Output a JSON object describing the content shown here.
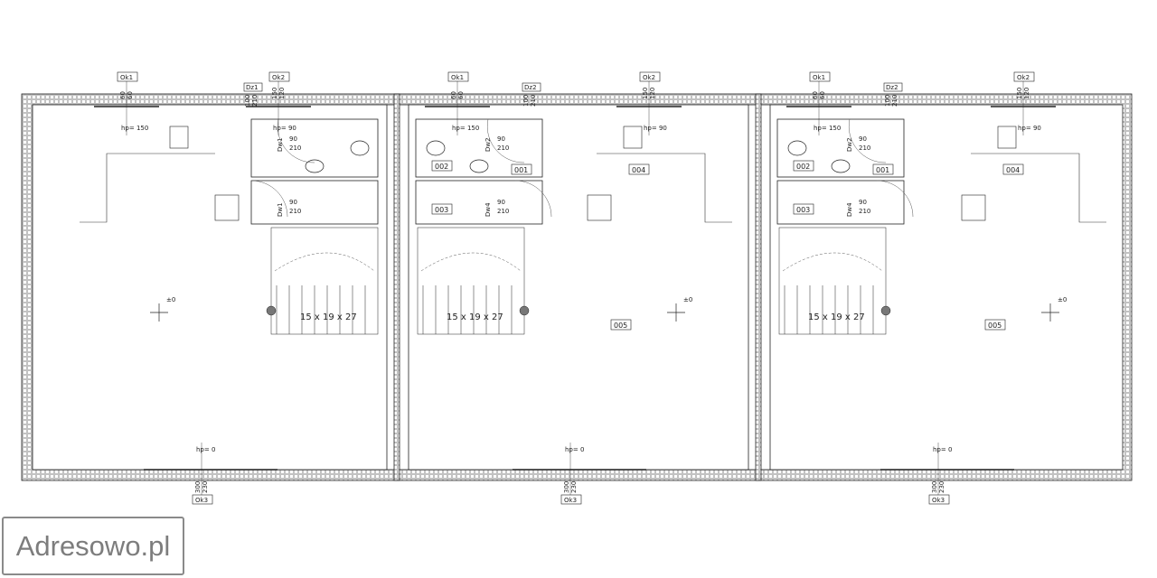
{
  "watermark": {
    "text": "Adresowo.pl"
  },
  "units": [
    {
      "windows": [
        {
          "code": "Ok2",
          "width": "150",
          "height": "120",
          "sill": "hp= 90"
        },
        {
          "code": "Ok1",
          "width": "60",
          "height": "60",
          "sill": "hp= 150"
        },
        {
          "code": "Ok3",
          "width": "300",
          "height": "230",
          "sill": "hp= 0"
        }
      ],
      "doors": [
        {
          "code": "Dz1",
          "width": "100",
          "height": "210"
        },
        {
          "code": "Dw1",
          "width": "90",
          "height": "210"
        },
        {
          "code": "Dw1",
          "width": "90",
          "height": "210"
        }
      ],
      "rooms": [],
      "level": "±0",
      "stairs": "15 x 19 x 27"
    },
    {
      "windows": [
        {
          "code": "Ok1",
          "width": "60",
          "height": "60",
          "sill": "hp= 150"
        },
        {
          "code": "Ok2",
          "width": "150",
          "height": "120",
          "sill": "hp= 90"
        },
        {
          "code": "Ok3",
          "width": "300",
          "height": "230",
          "sill": "hp= 0"
        }
      ],
      "doors": [
        {
          "code": "Dz2",
          "width": "100",
          "height": "210"
        },
        {
          "code": "Dw2",
          "width": "90",
          "height": "210"
        },
        {
          "code": "Dw4",
          "width": "90",
          "height": "210"
        }
      ],
      "rooms": [
        "002",
        "001",
        "003",
        "004",
        "005"
      ],
      "level": "±0",
      "stairs": "15 x 19 x 27"
    },
    {
      "windows": [
        {
          "code": "Ok1",
          "width": "60",
          "height": "60",
          "sill": "hp= 150"
        },
        {
          "code": "Ok2",
          "width": "150",
          "height": "120",
          "sill": "hp= 90"
        },
        {
          "code": "Ok3",
          "width": "300",
          "height": "230",
          "sill": "hp= 0"
        }
      ],
      "doors": [
        {
          "code": "Dz2",
          "width": "100",
          "height": "210"
        },
        {
          "code": "Dw2",
          "width": "90",
          "height": "210"
        },
        {
          "code": "Dw4",
          "width": "90",
          "height": "210"
        }
      ],
      "rooms": [
        "002",
        "001",
        "003",
        "004",
        "005"
      ],
      "level": "±0",
      "stairs": "15 x 19 x 27"
    }
  ]
}
